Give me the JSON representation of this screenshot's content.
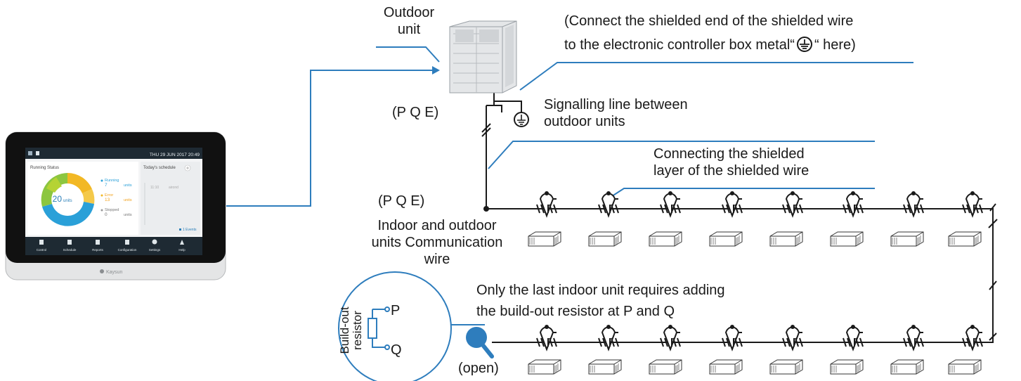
{
  "labels": {
    "outdoor_unit_1": "Outdoor",
    "outdoor_unit_2": "unit",
    "shield_note_1": "(Connect the shielded end of the shielded wire",
    "shield_note_2_pre": "to the electronic controller box metal“",
    "shield_note_2_post": "“ here)",
    "pqe_top": "(P Q E)",
    "signalling_1": "Signalling line between",
    "signalling_2": "outdoor units",
    "shielded_layer_1": "Connecting the shielded",
    "shielded_layer_2": "layer of the shielded wire",
    "pqe_mid": "(P Q E)",
    "comm_wire_1": "Indoor and outdoor",
    "comm_wire_2": "units Communication",
    "comm_wire_3": "wire",
    "last_unit_1": "Only the last indoor unit requires adding",
    "last_unit_2": "the build-out resistor at P and Q",
    "open": "(open)",
    "resistor_1": "Build-out",
    "resistor_2": "resistor",
    "term_p": "P",
    "term_q": "Q"
  },
  "controller": {
    "datetime": "THU  29  JUN  2017  20:49",
    "running_status": "Running Status",
    "total": "20",
    "total_unit": "units",
    "running_label": "Running",
    "running_count": "7",
    "error_label": "Error",
    "error_count": "13",
    "stopped_label": "Stopped",
    "stopped_count": "0",
    "units_word": "units",
    "schedule_title": "Today's schedule",
    "schedule_time": "11:10",
    "schedule_item": "airond",
    "events": "1 Events",
    "nav": [
      "Control",
      "Schedule",
      "Reports",
      "Configuration",
      "Settings",
      "Help"
    ],
    "brand": "Kaysun"
  },
  "icons": [
    "ground-symbol-icon",
    "shield-crimp-icon",
    "indoor-unit-icon"
  ],
  "colors": {
    "accent_blue": "#2e7dbd",
    "wire": "#1a1a1a",
    "donut_green": "#8cc63f",
    "donut_yellow": "#f2b824",
    "donut_blue": "#2aa0d8"
  }
}
